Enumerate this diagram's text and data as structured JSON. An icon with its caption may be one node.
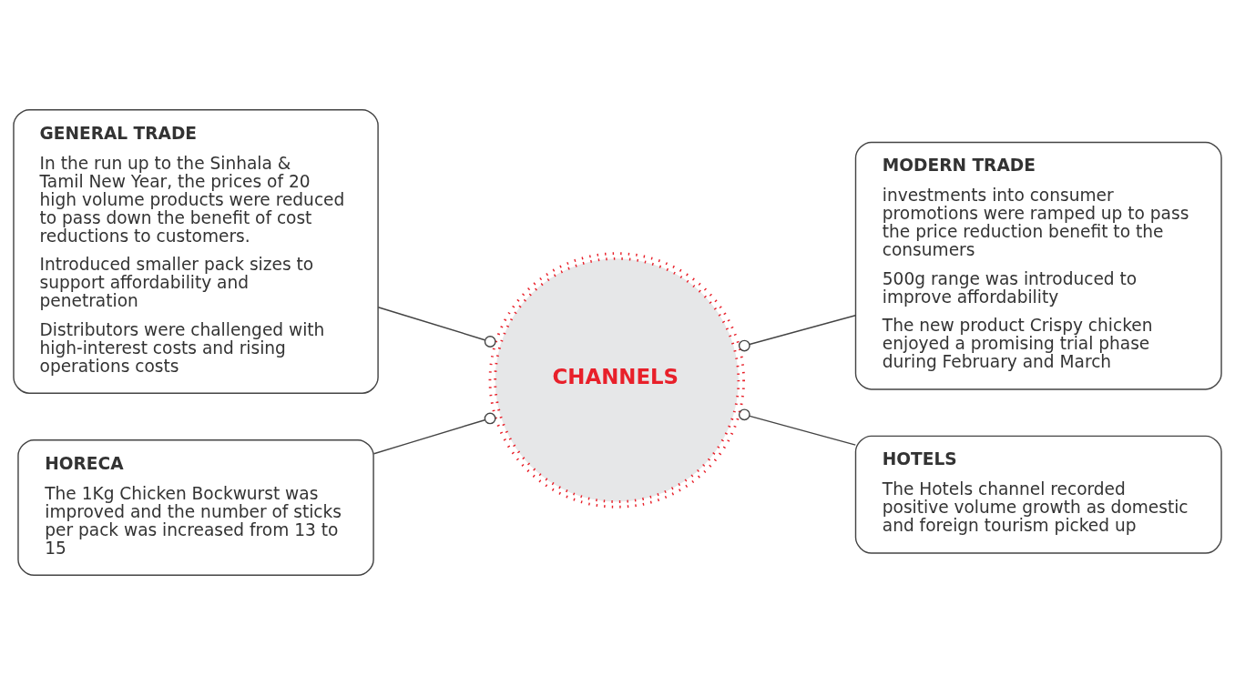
{
  "diagram": {
    "nodes": [
      {
        "text": [
          "GENERAL TRADE",
          "In the run up to the Sinhala & Tamil New Year, the prices of 20 high volume products were reduced to pass down the benefit of cost reductions to customers.",
          "Introduced smaller pack sizes to support affordability and penetration",
          "Distributors were challenged with high-interest costs and rising operations costs"
        ]
      },
      {
        "text": [
          "MODERN TRADE",
          "investments into consumer promotions were ramped up to pass the price reduction benefit to the consumers",
          "500g range was introduced to improve affordability",
          "The new product Crispy chicken enjoyed a promising trial phase during February and March"
        ]
      },
      {
        "text": [
          "CHANNELS"
        ]
      },
      {
        "text": [
          "HORECA",
          "The 1Kg Chicken Bockwurst was improved and the number of sticks per pack was increased from 13 to 15"
        ]
      },
      {
        "text": [
          "HOTELS",
          "The Hotels channel recorded positive volume growth as domestic and foreign tourism picked up"
        ]
      }
    ],
    "edges": [
      {
        "from": 0,
        "to": 2,
        "arrow": "other"
      },
      {
        "from": 1,
        "to": 2,
        "arrow": "other"
      },
      {
        "from": 3,
        "to": 2,
        "arrow": "other"
      },
      {
        "from": 4,
        "to": 2,
        "arrow": "other"
      }
    ]
  }
}
